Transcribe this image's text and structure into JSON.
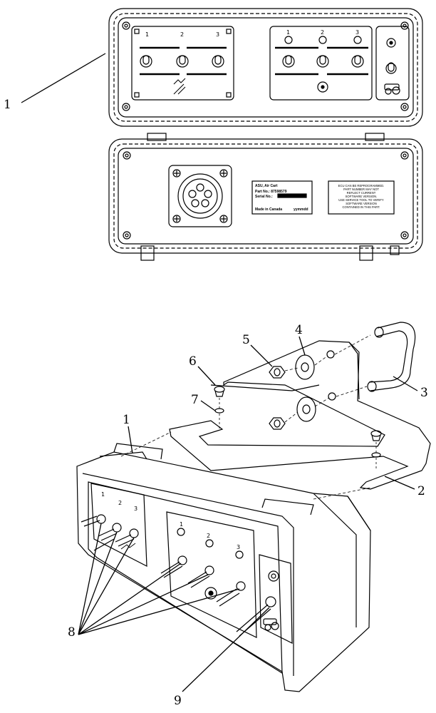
{
  "callouts": {
    "c1_top": "1",
    "c1_mid": "1",
    "c2": "2",
    "c3": "3",
    "c4": "4",
    "c5": "5",
    "c6": "6",
    "c7": "7",
    "c8": "8",
    "c9": "9"
  },
  "panel_numbers": {
    "left": [
      "1",
      "2",
      "3"
    ],
    "right": [
      "1",
      "2",
      "3"
    ],
    "persp_left": [
      "1",
      "2",
      "3"
    ],
    "persp_right": [
      "1",
      "2",
      "3"
    ]
  },
  "rear_label": {
    "line1": "ASU, Air Cart",
    "line2": "Part No.: 87598579",
    "line3": "Serial No.:",
    "line4": "Made in Canada",
    "line5": "yymmdd"
  },
  "notice_label": [
    "ECU CAN BE REPROGRAMMED.",
    "PART NUMBER MAY NOT",
    "REFLECT CURRENT",
    "SOFTWARE VERSION.",
    "USE SERVICE TOOL TO VERIFY",
    "SOFTWARE VERSION",
    "CONTAINED IN THIS PART."
  ]
}
